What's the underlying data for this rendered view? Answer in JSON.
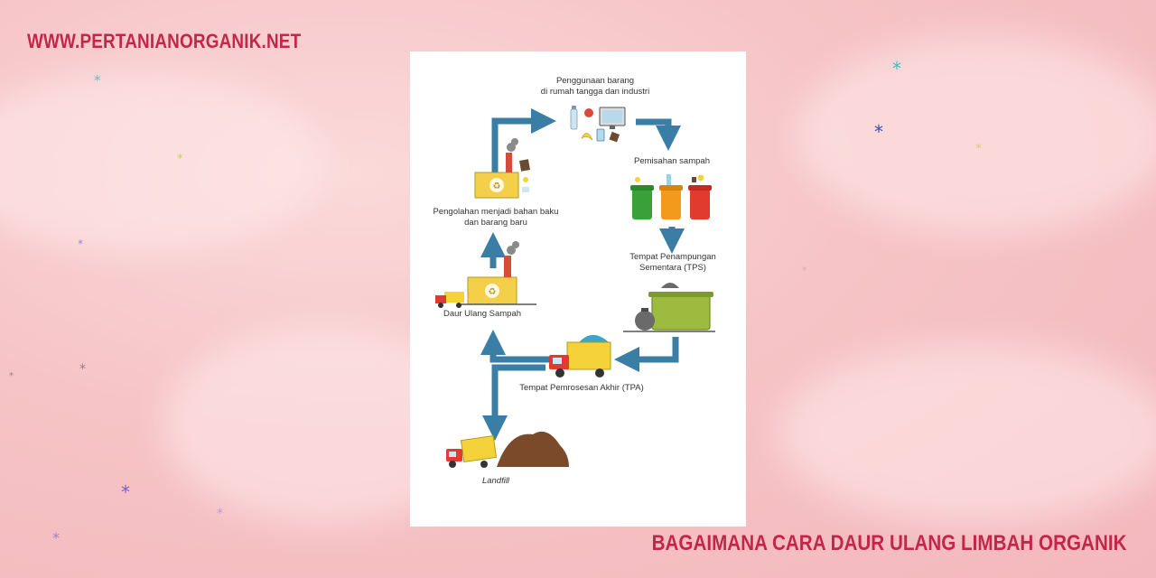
{
  "site": {
    "url": "WWW.PERTANIANORGANIK.NET"
  },
  "page": {
    "title": "BAGAIMANA CARA DAUR ULANG LIMBAH ORGANIK"
  },
  "diagram": {
    "steps": {
      "usage_line1": "Penggunaan barang",
      "usage_line2": "di rumah tangga dan industri",
      "sorting": "Pemisahan sampah",
      "tps_line1": "Tempat Penampungan",
      "tps_line2": "Sementara (TPS)",
      "tpa": "Tempat Pemrosesan Akhir (TPA)",
      "recycle": "Daur Ulang Sampah",
      "processing_line1": "Pengolahan menjadi bahan baku",
      "processing_line2": "dan barang baru",
      "landfill": "Landfill"
    },
    "colors": {
      "arrow": "#3a7ea6",
      "bin_green": "#3aa13a",
      "bin_orange": "#f39a1e",
      "bin_red": "#e23a2e",
      "factory": "#f4cf4a",
      "container": "#9dbb3f",
      "truck": "#f6d23a",
      "soil": "#7b4a2a"
    }
  }
}
